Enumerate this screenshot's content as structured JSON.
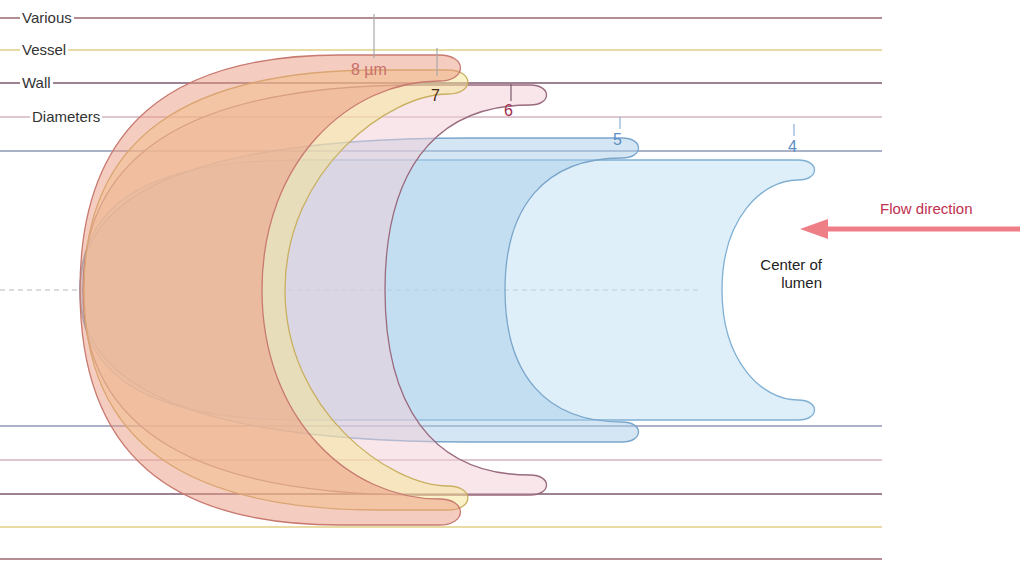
{
  "diagram": {
    "labels": [
      "Various",
      "Vessel",
      "Wall",
      "Diameters",
      "8 µm",
      "7",
      "6",
      "5",
      "4",
      "Flow direction",
      "Center of lumen"
    ]
  }
}
